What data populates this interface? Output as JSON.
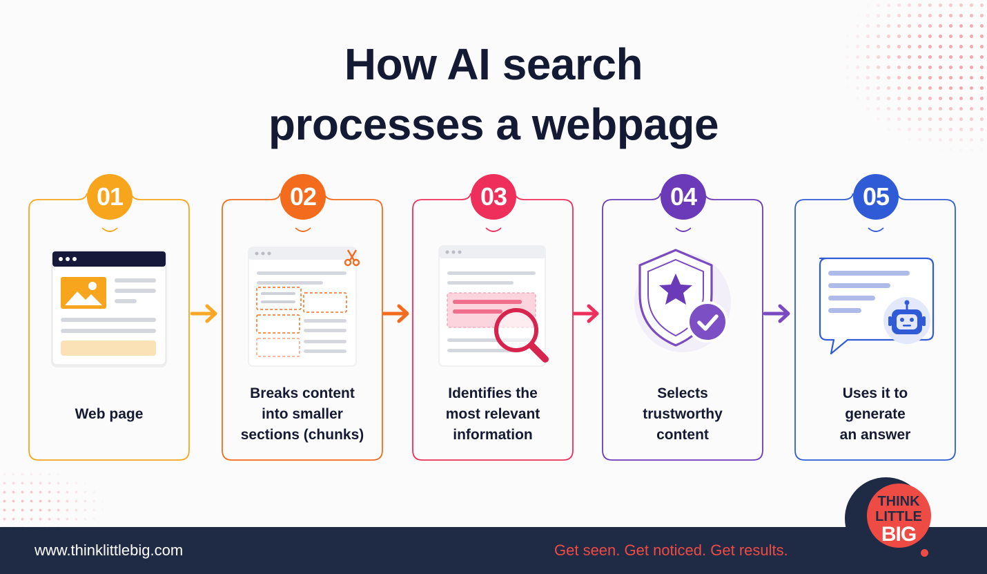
{
  "title": {
    "line1": "How AI search",
    "line2": "processes a webpage"
  },
  "steps": [
    {
      "number": "01",
      "label": [
        "Web page"
      ],
      "color": "#f7a51c",
      "icon": "webpage-icon"
    },
    {
      "number": "02",
      "label": [
        "Breaks content",
        "into smaller",
        "sections (chunks)"
      ],
      "color": "#f36b1c",
      "icon": "scissors-chunks-icon"
    },
    {
      "number": "03",
      "label": [
        "Identifies the",
        "most relevant",
        "information"
      ],
      "color": "#ee2e5b",
      "icon": "magnifier-icon"
    },
    {
      "number": "04",
      "label": [
        "Selects",
        "trustworthy",
        "content"
      ],
      "color": "#6a3ab8",
      "icon": "shield-star-check-icon"
    },
    {
      "number": "05",
      "label": [
        "Uses it to",
        "generate",
        "an answer"
      ],
      "color": "#2f5bd6",
      "icon": "chat-bot-icon"
    }
  ],
  "arrows": [
    {
      "color": "#f9a825"
    },
    {
      "color": "#f36b1c"
    },
    {
      "color": "#ee2e5b"
    },
    {
      "color": "#7a4bc0"
    }
  ],
  "footer": {
    "url": "www.thinklittlebig.com",
    "tagline": "Get seen. Get noticed. Get results."
  },
  "logo": {
    "line1": "THINK",
    "line2": "LITTLE",
    "line3": "BIG"
  }
}
